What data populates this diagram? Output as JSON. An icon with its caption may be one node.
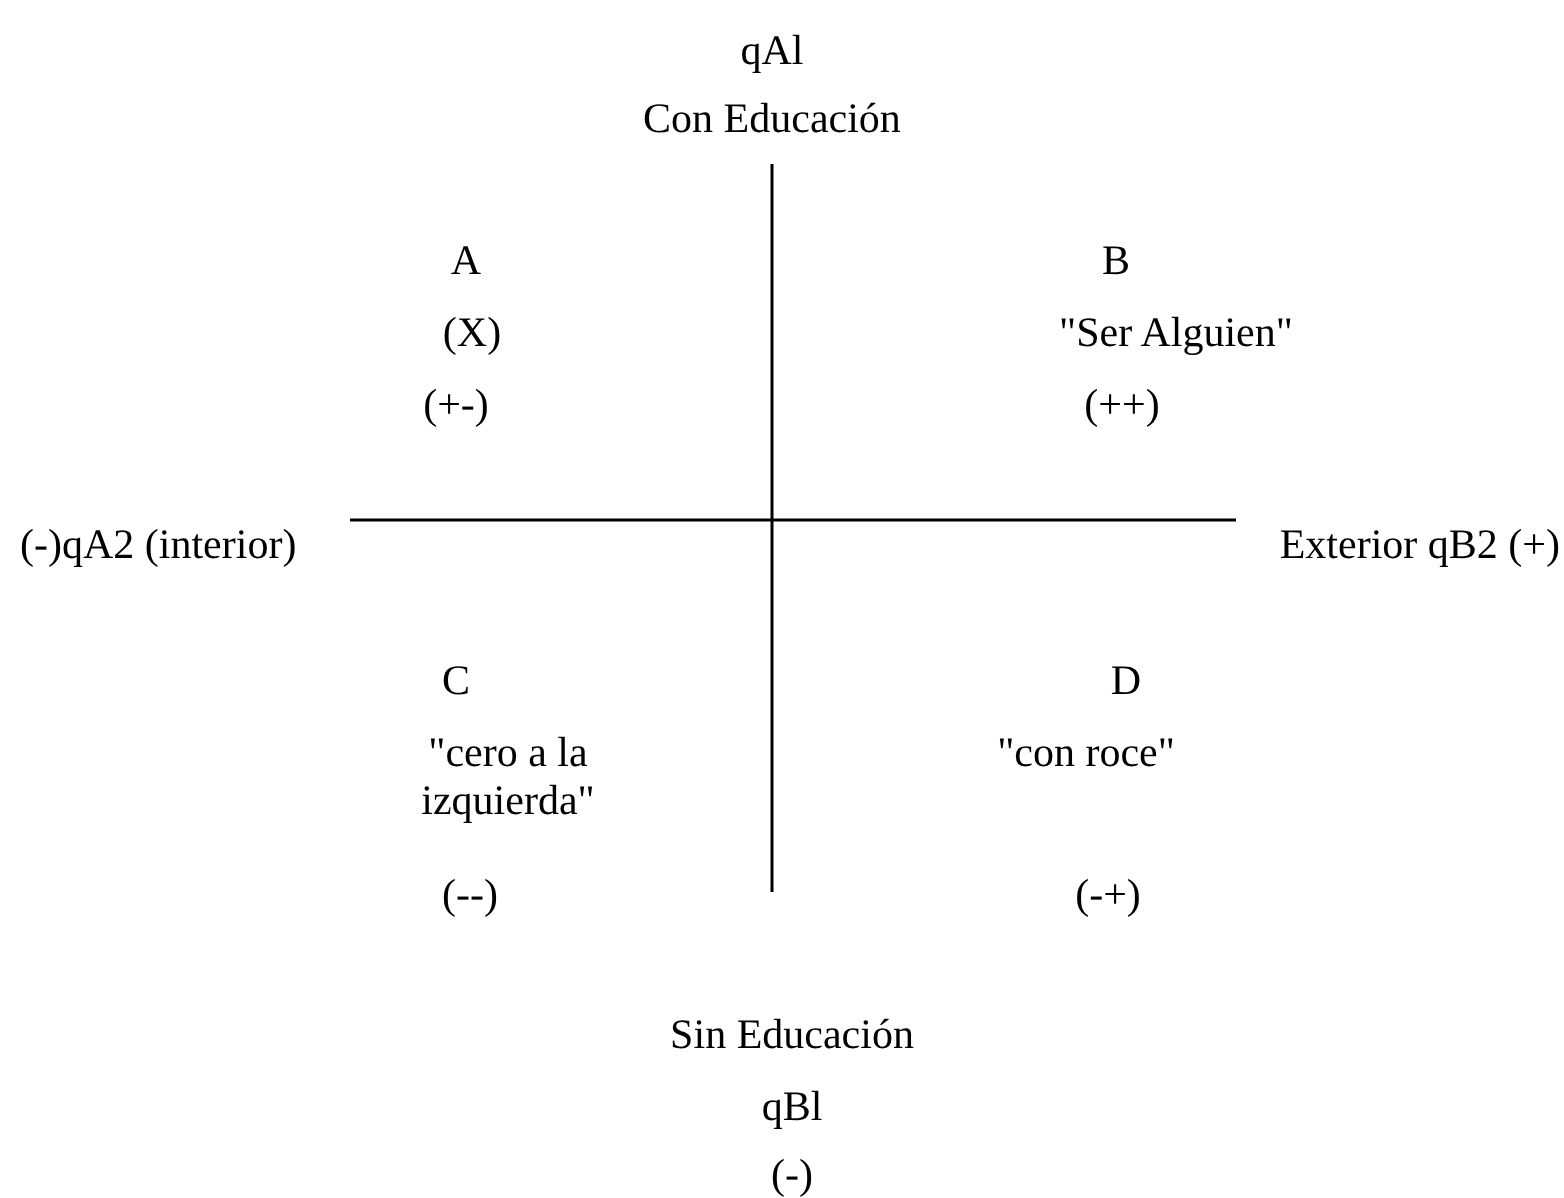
{
  "diagram": {
    "labels": [
      "qAl",
      "Con Educación",
      "A",
      "B",
      "(X)",
      "\"Ser Alguien\"",
      "(+-)",
      "(++)",
      "(-)qA2 (interior)",
      "Exterior qB2 (+)",
      "C",
      "D",
      "\"cero a la izquierda\"",
      "\"con roce\"",
      "(--)",
      "(-+)",
      "Sin Educación",
      "qBl",
      "(-)"
    ]
  }
}
